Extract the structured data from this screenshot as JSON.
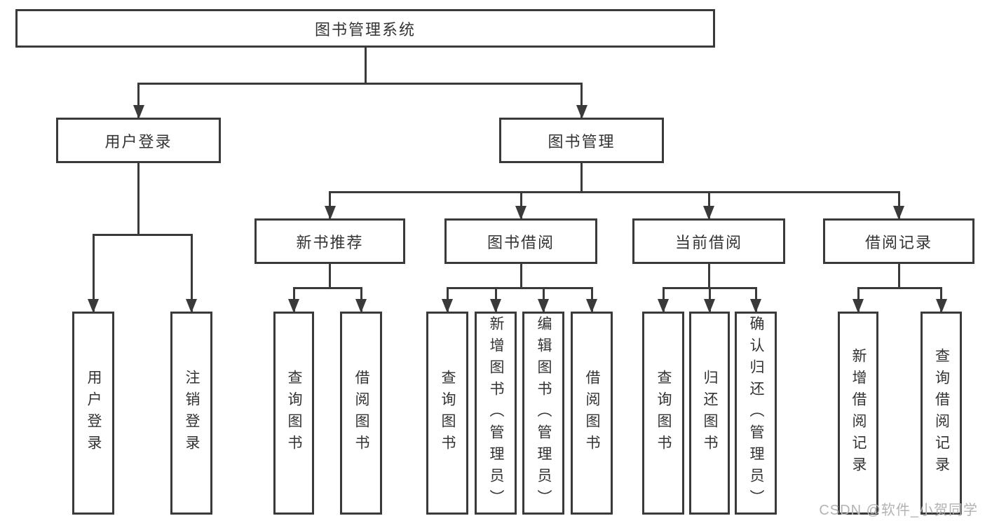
{
  "diagram": {
    "title": "图书管理系统",
    "nodes": [
      {
        "id": "root",
        "label": "图书管理系统",
        "children": [
          "login",
          "mgmt"
        ]
      },
      {
        "id": "login",
        "label": "用户登录",
        "children": [
          "u1",
          "u2"
        ]
      },
      {
        "id": "mgmt",
        "label": "图书管理",
        "children": [
          "rec",
          "borrow",
          "current",
          "records"
        ]
      },
      {
        "id": "rec",
        "label": "新书推荐",
        "children": [
          "r1",
          "r2"
        ]
      },
      {
        "id": "borrow",
        "label": "图书借阅",
        "children": [
          "b1",
          "b2",
          "b3",
          "b4"
        ]
      },
      {
        "id": "current",
        "label": "当前借阅",
        "children": [
          "c1",
          "c2",
          "c3"
        ]
      },
      {
        "id": "records",
        "label": "借阅记录",
        "children": [
          "rc1",
          "rc2"
        ]
      },
      {
        "id": "u1",
        "label": "用户登录"
      },
      {
        "id": "u2",
        "label": "注销登录"
      },
      {
        "id": "r1",
        "label": "查询图书"
      },
      {
        "id": "r2",
        "label": "借阅图书"
      },
      {
        "id": "b1",
        "label": "查询图书"
      },
      {
        "id": "b2",
        "label": "新增图书（管理员）"
      },
      {
        "id": "b3",
        "label": "编辑图书（管理员）"
      },
      {
        "id": "b4",
        "label": "借阅图书"
      },
      {
        "id": "c1",
        "label": "查询图书"
      },
      {
        "id": "c2",
        "label": "归还图书"
      },
      {
        "id": "c3",
        "label": "确认归还（管理员）"
      },
      {
        "id": "rc1",
        "label": "新增借阅记录"
      },
      {
        "id": "rc2",
        "label": "查询借阅记录"
      }
    ],
    "colors": {
      "line": "#3a3a3a",
      "box_border": "#3a3a3a",
      "box_fill": "#ffffff",
      "text": "#333333",
      "watermark": "#b3b3b3",
      "background": "#ffffff"
    },
    "watermark": "CSDN @软件_小贺同学"
  }
}
